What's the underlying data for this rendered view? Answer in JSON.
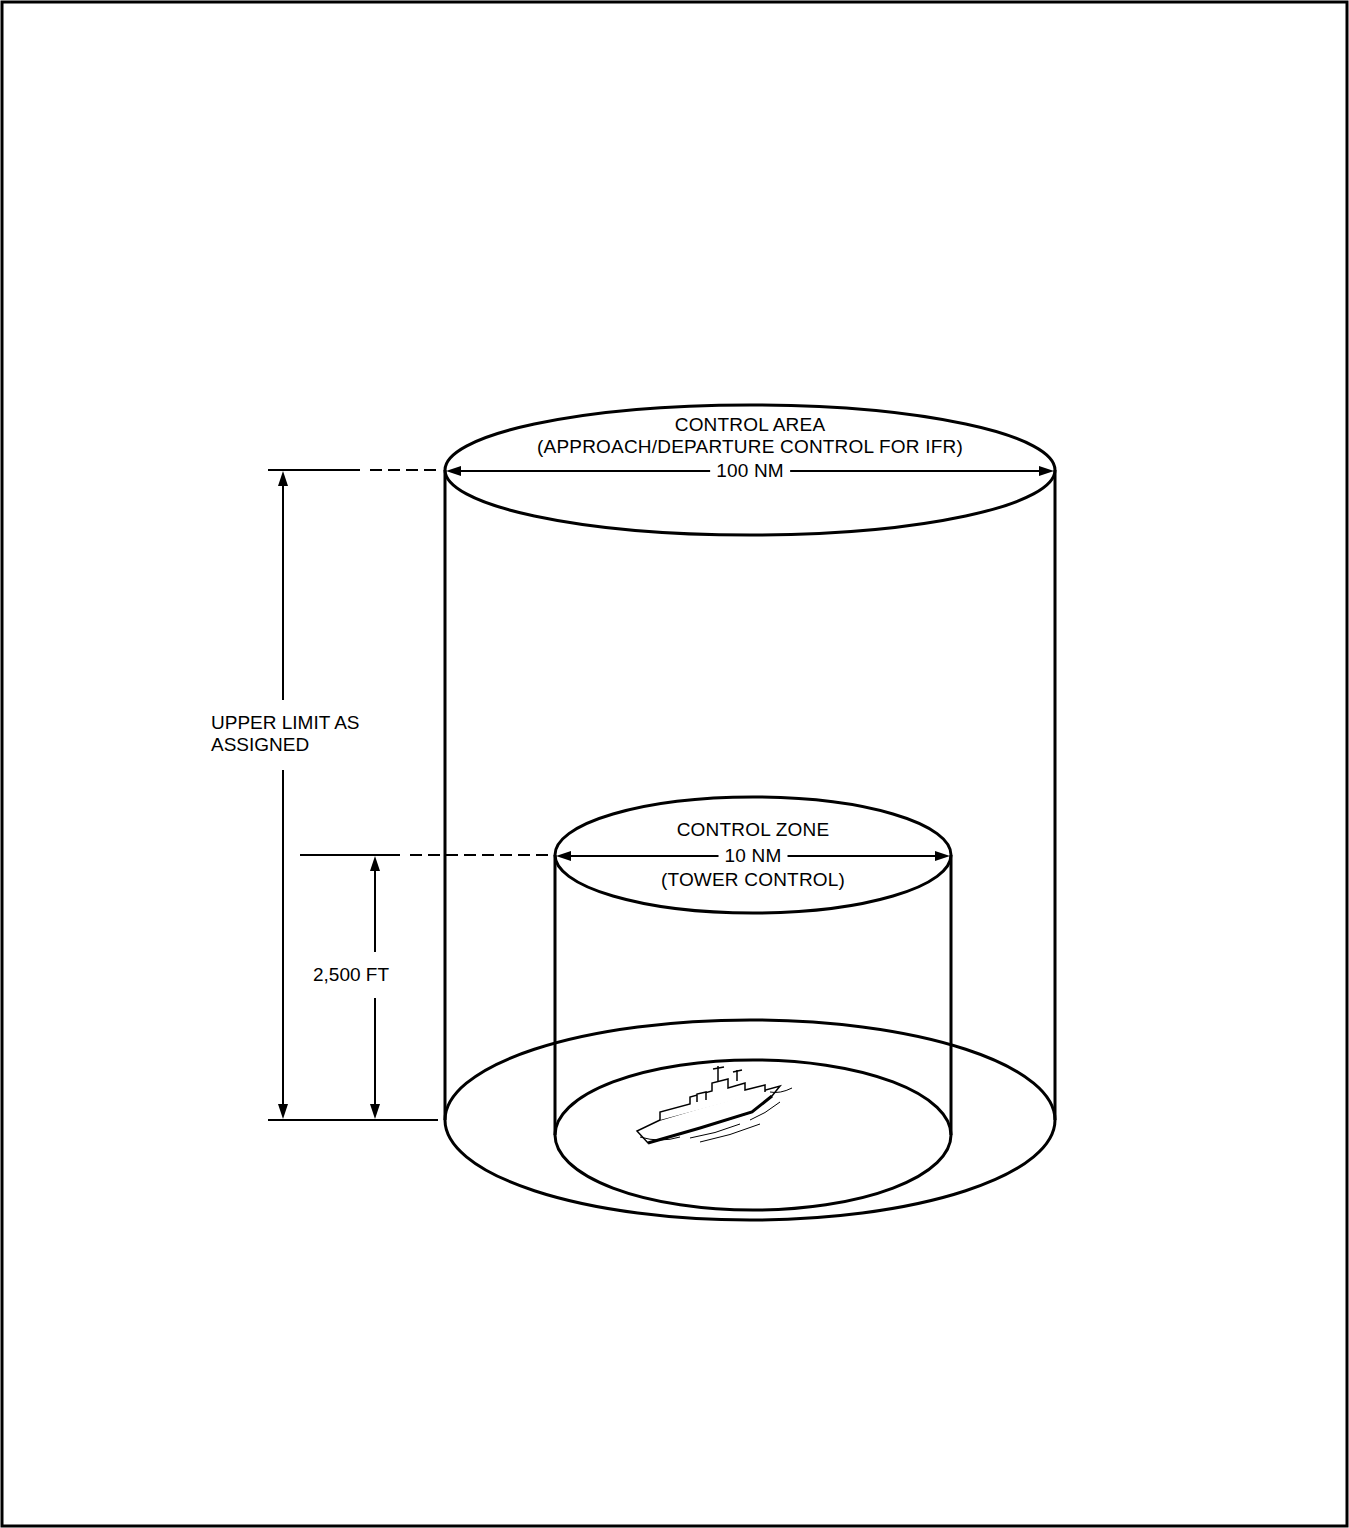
{
  "diagram": {
    "nodes": [
      {
        "text": [
          "CONTROL AREA",
          "(APPROACH/DEPARTURE CONTROL FOR IFR)",
          "100 NM"
        ]
      },
      {
        "text": [
          "CONTROL ZONE",
          "10 NM",
          "(TOWER CONTROL)"
        ],
        "in": 0
      }
    ],
    "labels": [
      "UPPER LIMIT AS ASSIGNED",
      "2,500 FT"
    ]
  }
}
